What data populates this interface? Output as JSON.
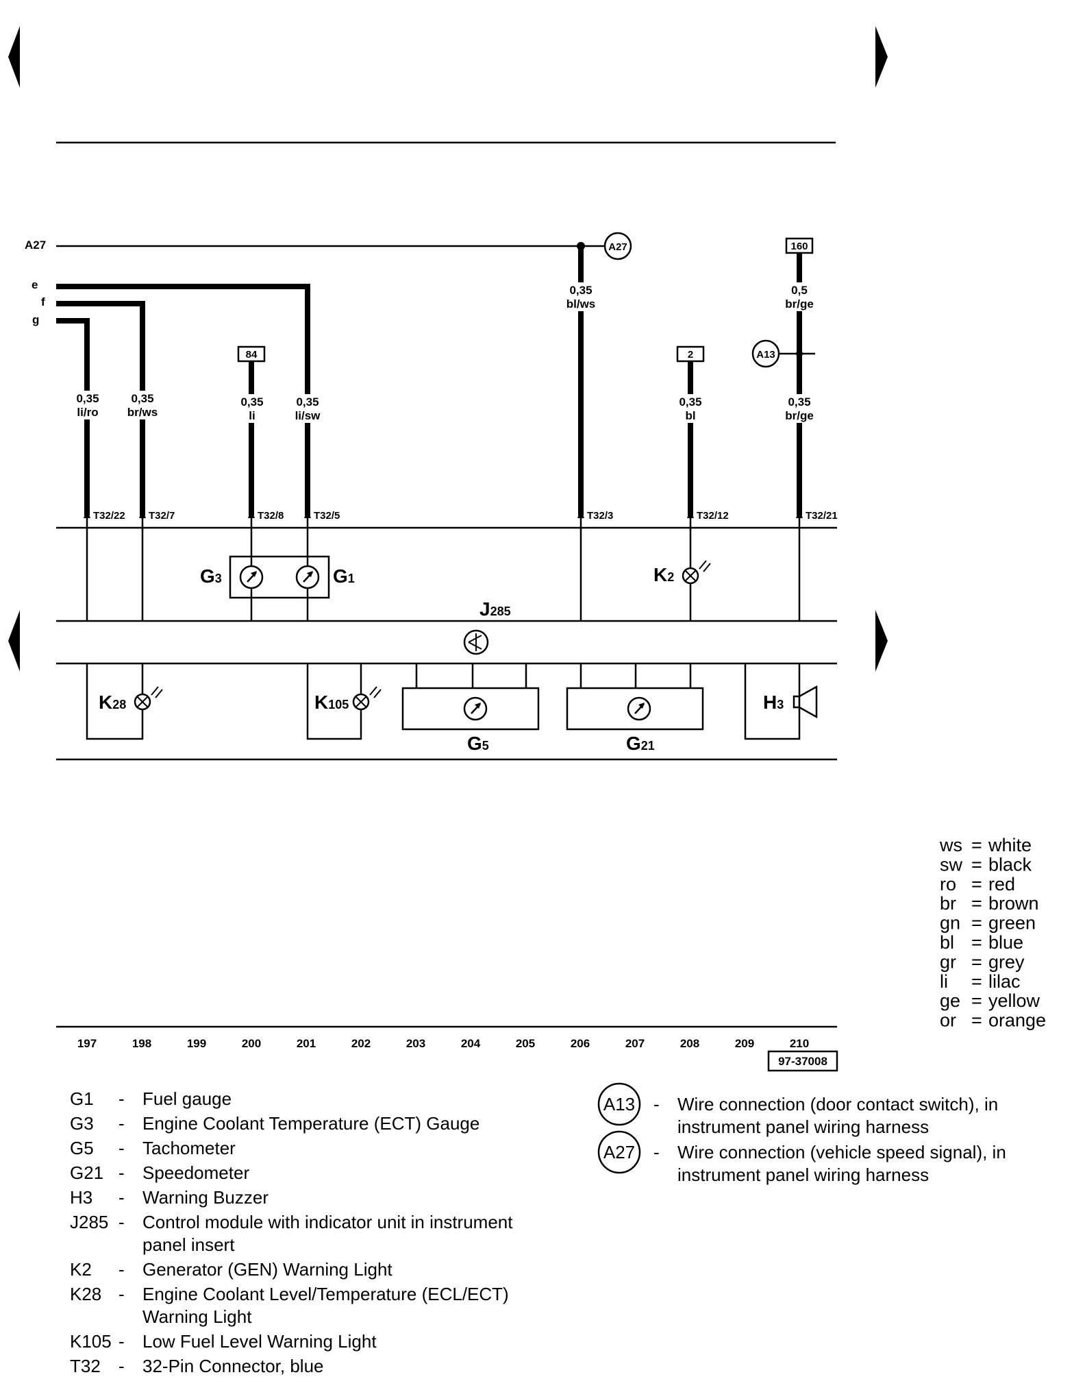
{
  "signals": [
    {
      "id": "A27",
      "label": "A27"
    },
    {
      "id": "e",
      "label": "e"
    },
    {
      "id": "f",
      "label": "f"
    },
    {
      "id": "g",
      "label": "g"
    }
  ],
  "connectors": {
    "A27": "A27",
    "A13": "A13"
  },
  "refs": {
    "r84": "84",
    "r2": "2",
    "r160": "160"
  },
  "wires": [
    {
      "id": "w197",
      "gauge": "0,35",
      "color": "li/ro",
      "terminal": "T32/22"
    },
    {
      "id": "w198",
      "gauge": "0,35",
      "color": "br/ws",
      "terminal": "T32/7"
    },
    {
      "id": "w200",
      "gauge": "0,35",
      "color": "li",
      "terminal": "T32/8"
    },
    {
      "id": "w201",
      "gauge": "0,35",
      "color": "li/sw",
      "terminal": "T32/5"
    },
    {
      "id": "w206",
      "gauge": "0,35",
      "color": "bl/ws",
      "terminal": "T32/3"
    },
    {
      "id": "w208",
      "gauge": "0,35",
      "color": "bl",
      "terminal": "T32/12"
    },
    {
      "id": "w210a",
      "gauge": "0,5",
      "color": "br/ge",
      "terminal": ""
    },
    {
      "id": "w210b",
      "gauge": "0,35",
      "color": "br/ge",
      "terminal": "T32/21"
    }
  ],
  "components": {
    "G3": {
      "main": "G",
      "sub": "3"
    },
    "G1": {
      "main": "G",
      "sub": "1"
    },
    "K2": {
      "main": "K",
      "sub": "2"
    },
    "J285": {
      "main": "J",
      "sub": "285"
    },
    "K28": {
      "main": "K",
      "sub": "28"
    },
    "K105": {
      "main": "K",
      "sub": "105"
    },
    "G5": {
      "main": "G",
      "sub": "5"
    },
    "G21": {
      "main": "G",
      "sub": "21"
    },
    "H3": {
      "main": "H",
      "sub": "3"
    }
  },
  "color_codes": [
    {
      "code": "ws",
      "name": "white"
    },
    {
      "code": "sw",
      "name": "black"
    },
    {
      "code": "ro",
      "name": "red"
    },
    {
      "code": "br",
      "name": "brown"
    },
    {
      "code": "gn",
      "name": "green"
    },
    {
      "code": "bl",
      "name": "blue"
    },
    {
      "code": "gr",
      "name": "grey"
    },
    {
      "code": "li",
      "name": "lilac"
    },
    {
      "code": "ge",
      "name": "yellow"
    },
    {
      "code": "or",
      "name": "orange"
    }
  ],
  "track_numbers": [
    "197",
    "198",
    "199",
    "200",
    "201",
    "202",
    "203",
    "204",
    "205",
    "206",
    "207",
    "208",
    "209",
    "210"
  ],
  "figure_id": "97-37008",
  "legend_left": [
    {
      "code": "G1",
      "dash": "-",
      "text": [
        "Fuel gauge"
      ]
    },
    {
      "code": "G3",
      "dash": "-",
      "text": [
        "Engine Coolant Temperature (ECT) Gauge"
      ]
    },
    {
      "code": "G5",
      "dash": "-",
      "text": [
        "Tachometer"
      ]
    },
    {
      "code": "G21",
      "dash": "-",
      "text": [
        "Speedometer"
      ]
    },
    {
      "code": "H3",
      "dash": "-",
      "text": [
        "Warning Buzzer"
      ]
    },
    {
      "code": "J285",
      "dash": "-",
      "text": [
        "Control module with indicator unit in instrument",
        "panel insert"
      ]
    },
    {
      "code": "K2",
      "dash": "-",
      "text": [
        "Generator (GEN) Warning Light"
      ]
    },
    {
      "code": "K28",
      "dash": "-",
      "text": [
        "Engine Coolant Level/Temperature (ECL/ECT)",
        "Warning Light"
      ]
    },
    {
      "code": "K105",
      "dash": "-",
      "text": [
        "Low Fuel Level Warning Light"
      ]
    },
    {
      "code": "T32",
      "dash": "-",
      "text": [
        "32-Pin Connector, blue"
      ]
    }
  ],
  "legend_right": [
    {
      "code": "A13",
      "dash": "-",
      "text": [
        "Wire connection (door contact switch), in",
        "instrument panel wiring harness"
      ]
    },
    {
      "code": "A27",
      "dash": "-",
      "text": [
        "Wire connection (vehicle speed signal), in",
        "instrument panel wiring harness"
      ]
    }
  ]
}
